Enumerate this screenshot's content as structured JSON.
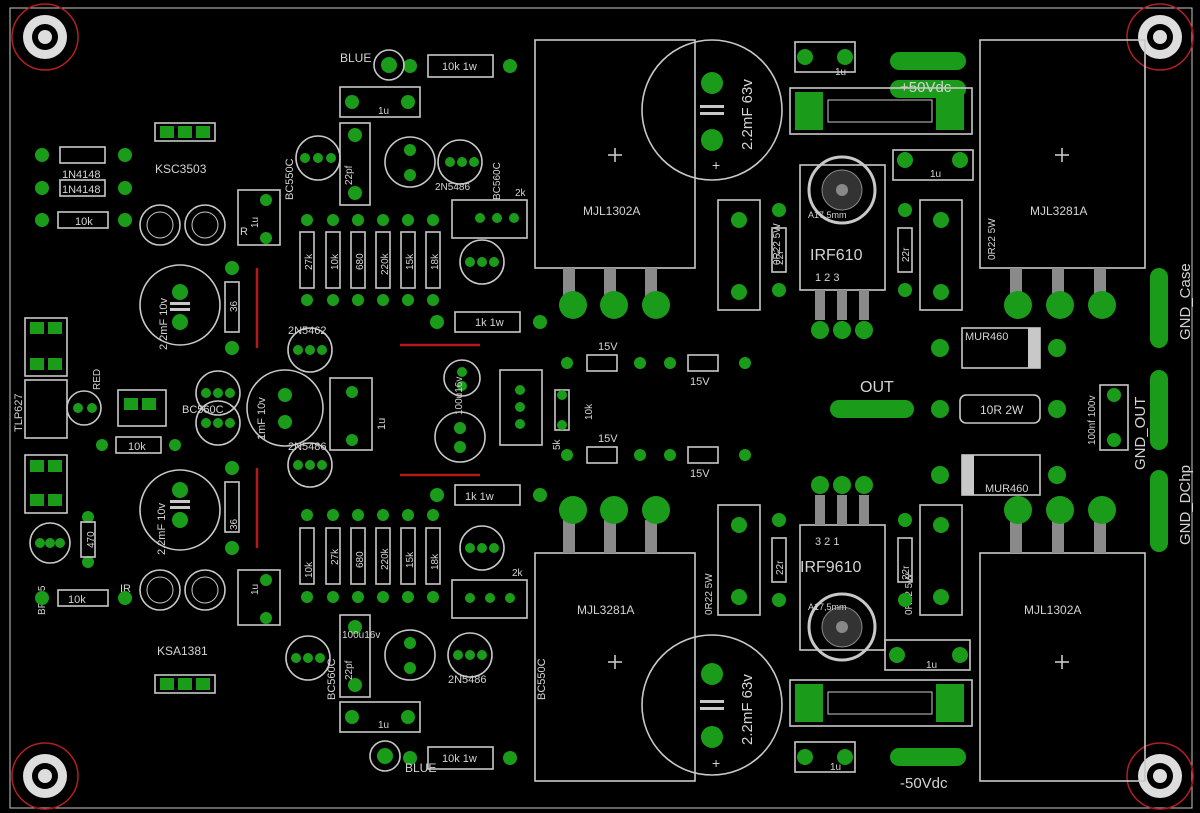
{
  "board": {
    "colors": {
      "background": "#000000",
      "silk": "#c8c8c8",
      "pad": "#1a9c1a",
      "trace": "#b31a1a",
      "mount": "#b02020"
    },
    "labels": {
      "blue_top": "BLUE",
      "res_10k1w_top": "10k 1w",
      "cap_1u": "1u",
      "cap_22mF63v": "2.2mF 63v",
      "mjl1302a": "MJL1302A",
      "mjl3281a": "MJL3281A",
      "plus50": "+50Vdc",
      "minus50": "-50Vdc",
      "cap22pf": "22pf",
      "bc550c": "BC550C",
      "bc560c": "BC560C",
      "ksc3503": "KSC3503",
      "ksa1381": "KSA1381",
      "n4148a": "1N4148",
      "n4148b": "1N4148",
      "res10k": "10k",
      "cap100u": "100u16v",
      "trim2k": "2k",
      "r_27k": "27k",
      "r_10k": "10k",
      "r_680": "680",
      "r_220k": "220k",
      "r_15k": "15k",
      "r_18k": "18k",
      "r_36": "36",
      "cap22mF10v": "2.2mF 10v",
      "r_1k1w": "1k 1w",
      "n5462": "2N5462",
      "n5486": "2N5486",
      "z15v": "15V",
      "cap1mF10v": "1mF 10v",
      "cap100u16v": "100u16v",
      "r5k": "5k",
      "tlp627": "TLP627",
      "red": "RED",
      "bc560c_b": "BC560C",
      "r_470": "470",
      "bf245": "BF245",
      "r_0r22_5w": "0R22 5W",
      "r_22r": "22r",
      "irf610": "IRF610",
      "irf9610": "IRF9610",
      "a17": "A17,5mm",
      "pins_123": "1 2 3",
      "pins_321": "3 2 1",
      "mur460": "MUR460",
      "out": "OUT",
      "r_10r2w": "10R 2W",
      "c_100nf": "100nf 100v",
      "gnd_case": "GND_Case",
      "gnd_out": "GND_OUT",
      "gnd_dchp": "GND_DChp",
      "ir": "IR",
      "r_label": "R",
      "r_2k_b": "2k"
    }
  }
}
